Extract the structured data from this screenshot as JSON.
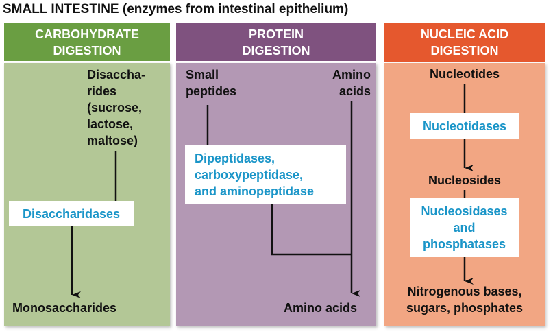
{
  "title": "SMALL INTESTINE (enzymes from intestinal epithelium)",
  "columns": {
    "carbohydrate": {
      "header_line1": "CARBOHYDRATE",
      "header_line2": "DIGESTION",
      "substrate_lines": [
        "Disaccha-",
        "rides",
        "(sucrose,",
        "lactose,",
        "maltose)"
      ],
      "enzyme": "Disaccharidases",
      "product": "Monosaccharides",
      "header_color": "#6a9e42",
      "body_color": "#b3c796"
    },
    "protein": {
      "header_line1": "PROTEIN",
      "header_line2": "DIGESTION",
      "substrate1_lines": [
        "Small",
        "peptides"
      ],
      "substrate2_lines": [
        "Amino",
        "acids"
      ],
      "enzyme_lines": [
        "Dipeptidases,",
        "carboxypeptidase,",
        "and aminopeptidase"
      ],
      "product": "Amino acids",
      "header_color": "#7f527f",
      "body_color": "#b398b4"
    },
    "nucleic": {
      "header_line1": "NUCLEIC ACID",
      "header_line2": "DIGESTION",
      "substrate": "Nucleotides",
      "enzyme1": "Nucleotidases",
      "intermediate": "Nucleosides",
      "enzyme2_lines": [
        "Nucleosidases",
        "and",
        "phosphatases"
      ],
      "product_lines": [
        "Nitrogenous bases,",
        "sugars, phosphates"
      ],
      "header_color": "#e5582e",
      "body_color": "#f2a683"
    }
  }
}
